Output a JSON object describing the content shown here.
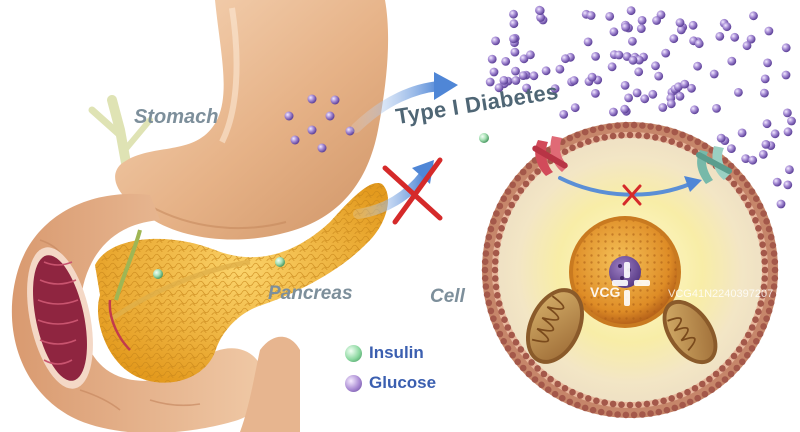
{
  "labels": {
    "stomach": "Stomach",
    "pancreas": "Pancreas",
    "cell": "Cell",
    "title": "Type I Diabetes"
  },
  "legend": [
    {
      "key": "insulin",
      "text": "Insulin",
      "color": "#6cc486"
    },
    {
      "key": "glucose",
      "text": "Glucose",
      "color": "#8f6bc4"
    }
  ],
  "watermark": {
    "logo": "VCG",
    "code": "VCG41N2240397207"
  },
  "colors": {
    "label_gray": "#7d8f9b",
    "title_slate": "#4f6675",
    "legend_blue": "#3b5fb0",
    "blocked_x": "#d52a2a",
    "arrow_blue": "#5b8fd6",
    "stomach": "#e8b78c",
    "pancreas": "#f0b437",
    "membrane": "#c6866a"
  },
  "icons": [
    "blocked-x-icon",
    "flow-arrow-icon",
    "insulin-receptor-icon",
    "glucose-transporter-icon"
  ]
}
